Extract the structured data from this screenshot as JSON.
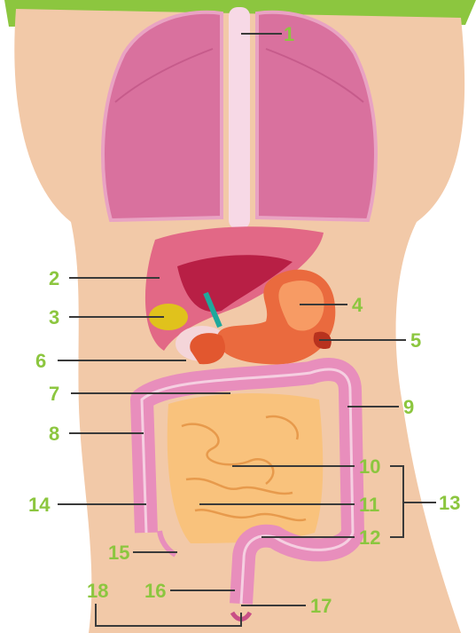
{
  "labels": {
    "n1": "1",
    "n2": "2",
    "n3": "3",
    "n4": "4",
    "n5": "5",
    "n6": "6",
    "n7": "7",
    "n8": "8",
    "n9": "9",
    "n10": "10",
    "n11": "11",
    "n12": "12",
    "n13": "13",
    "n14": "14",
    "n15": "15",
    "n16": "16",
    "n17": "17",
    "n18": "18"
  },
  "colors": {
    "skin": "#f2c9a8",
    "lung": "#d9719e",
    "trachea": "#f7d9e6",
    "liver": "#c43a5a",
    "gallbladder": "#e0c21c",
    "stomach": "#ea6a3e",
    "small_intestine": "#f9c27c",
    "large_intestine": "#e88ebc",
    "label_green": "#8cc63f"
  }
}
